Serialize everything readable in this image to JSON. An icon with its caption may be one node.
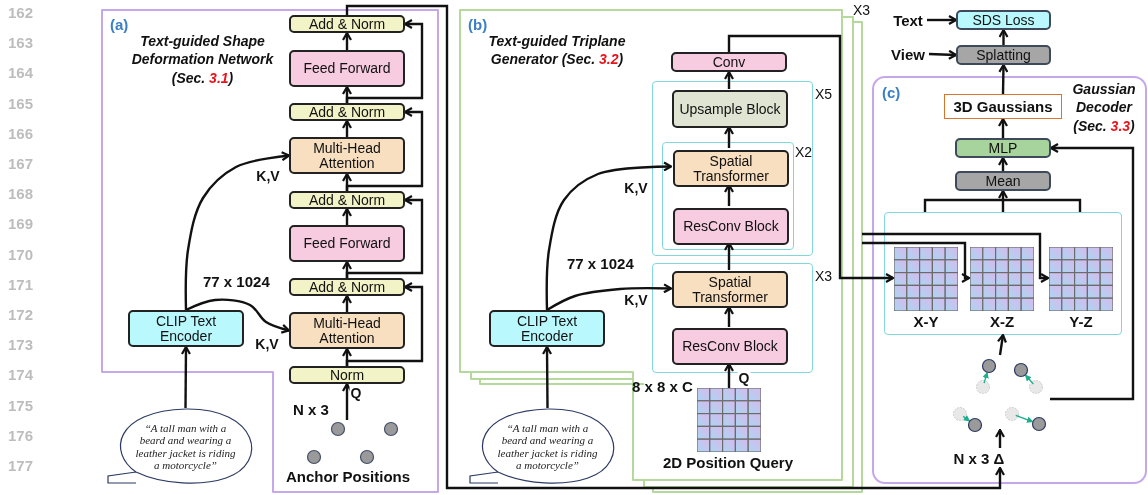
{
  "diagram": {
    "nodes": [
      {
        "text": [
          "(a)",
          "Text-guided Shape Deformation Network (Sec. **3.1**)"
        ]
      },
      {
        "text": [
          "Add & Norm"
        ],
        "in": 0
      },
      {
        "text": [
          "Feed Forward"
        ],
        "in": 0
      },
      {
        "text": [
          "Add & Norm"
        ],
        "in": 0
      },
      {
        "text": [
          "Multi-Head Attention"
        ],
        "in": 0
      },
      {
        "text": [
          "Add & Norm"
        ],
        "in": 0
      },
      {
        "text": [
          "Feed Forward"
        ],
        "in": 0
      },
      {
        "text": [
          "Add & Norm"
        ],
        "in": 0
      },
      {
        "text": [
          "Multi-Head Attention"
        ],
        "in": 0
      },
      {
        "text": [
          "Norm"
        ],
        "in": 0
      },
      {
        "text": [
          "CLIP Text Encoder"
        ],
        "in": 0
      },
      {
        "text": [
          "Anchor Positions"
        ],
        "in": 0
      },
      {
        "text": [
          "“A tall man with a beard and wearing a leather jacket is riding a motorcycle”"
        ]
      },
      {
        "text": [
          "(b)",
          "Text-guided Triplane Generator (Sec. **3.2**)"
        ],
        "beside": [
          "X3"
        ]
      },
      {
        "text": [],
        "shape": "box",
        "beside": [
          "X5"
        ],
        "in": 13
      },
      {
        "text": [
          "Upsample Block"
        ],
        "in": 14
      },
      {
        "text": [],
        "shape": "box",
        "beside": [
          "X2"
        ],
        "in": 14
      },
      {
        "text": [
          "Spatial Transformer"
        ],
        "in": 16
      },
      {
        "text": [
          "ResConv Block"
        ],
        "in": 16
      },
      {
        "text": [],
        "shape": "box",
        "beside": [
          "X3"
        ],
        "in": 13
      },
      {
        "text": [
          "Spatial Transformer"
        ],
        "in": 19
      },
      {
        "text": [
          "ResConv Block"
        ],
        "in": 19
      },
      {
        "text": [
          "Conv"
        ],
        "in": 13
      },
      {
        "text": [
          "CLIP Text Encoder"
        ],
        "in": 13
      },
      {
        "text": [
          "“A tall man with a beard and wearing a leather jacket is riding a motorcycle”"
        ]
      },
      {
        "text": [
          "2D Position Query"
        ],
        "in": 13
      },
      {
        "text": [
          "Text"
        ]
      },
      {
        "text": [
          "View"
        ]
      },
      {
        "text": [
          "SDS Loss"
        ]
      },
      {
        "text": [
          "Splatting"
        ]
      },
      {
        "text": [
          "(c)",
          "Gaussian Decoder (Sec. **3.3**)"
        ]
      },
      {
        "text": [
          "3D Gaussians"
        ],
        "in": 30
      },
      {
        "text": [
          "MLP"
        ],
        "in": 30
      },
      {
        "text": [
          "Mean"
        ],
        "in": 30
      },
      {
        "text": [],
        "shape": "box",
        "in": 30
      },
      {
        "text": [
          "X-Y"
        ],
        "in": 34
      },
      {
        "text": [
          "X-Z"
        ],
        "in": 34
      },
      {
        "text": [
          "Y-Z"
        ],
        "in": 34
      },
      {
        "text": [],
        "shape": "picture",
        "in": 30
      },
      {
        "text": [
          "N x 3 Δ"
        ],
        "in": 30
      }
    ],
    "edges": [
      {
        "from": 9,
        "to": 8,
        "arrow": "to"
      },
      {
        "from": 8,
        "to": 7,
        "arrow": "to"
      },
      {
        "from": 7,
        "to": 6,
        "arrow": "to"
      },
      {
        "from": 6,
        "to": 5,
        "arrow": "to"
      },
      {
        "from": 5,
        "to": 4,
        "arrow": "to"
      },
      {
        "from": 4,
        "to": 3,
        "arrow": "to"
      },
      {
        "from": 3,
        "to": 2,
        "arrow": "to"
      },
      {
        "from": 2,
        "to": 1,
        "arrow": "to"
      },
      {
        "from": 9,
        "to": 7,
        "arrow": "to"
      },
      {
        "from": 7,
        "to": 5,
        "arrow": "to"
      },
      {
        "from": 5,
        "to": 3,
        "arrow": "to"
      },
      {
        "from": 3,
        "to": 1,
        "arrow": "to"
      },
      {
        "from": 10,
        "to": 4,
        "arrow": "to",
        "label": "K,V"
      },
      {
        "from": 10,
        "to": 8,
        "arrow": "to",
        "label": "K,V"
      },
      {
        "from": 12,
        "to": 10,
        "arrow": "to"
      },
      {
        "from": 11,
        "to": 9,
        "arrow": "to",
        "label": "Q"
      },
      {
        "from": 1,
        "to": 39,
        "arrow": "to"
      },
      {
        "from": 21,
        "to": 20,
        "arrow": "to"
      },
      {
        "from": 20,
        "to": 18,
        "arrow": "to"
      },
      {
        "from": 18,
        "to": 17,
        "arrow": "to"
      },
      {
        "from": 17,
        "to": 15,
        "arrow": "to"
      },
      {
        "from": 15,
        "to": 22,
        "arrow": "to"
      },
      {
        "from": 23,
        "to": 17,
        "arrow": "to",
        "label": "K,V"
      },
      {
        "from": 23,
        "to": 20,
        "arrow": "to",
        "label": "K,V"
      },
      {
        "from": 24,
        "to": 23,
        "arrow": "to"
      },
      {
        "from": 25,
        "to": 21,
        "arrow": "to",
        "label": "Q"
      },
      {
        "from": 22,
        "to": 35,
        "arrow": "to"
      },
      {
        "from": 13,
        "to": 36,
        "arrow": "to"
      },
      {
        "from": 13,
        "to": 37,
        "arrow": "to"
      },
      {
        "from": 34,
        "to": 33,
        "arrow": "to"
      },
      {
        "from": 33,
        "to": 32,
        "arrow": "to"
      },
      {
        "from": 32,
        "to": 31,
        "arrow": "to"
      },
      {
        "from": 31,
        "to": 29,
        "arrow": "to"
      },
      {
        "from": 29,
        "to": 28,
        "arrow": "to"
      },
      {
        "from": 26,
        "to": 28,
        "arrow": "to"
      },
      {
        "from": 27,
        "to": 29,
        "arrow": "to"
      },
      {
        "from": 38,
        "to": 34,
        "arrow": "to"
      },
      {
        "from": 39,
        "to": 38,
        "arrow": "to"
      },
      {
        "from": 38,
        "to": 32,
        "arrow": "to"
      }
    ],
    "labels": [
      "162",
      "163",
      "164",
      "165",
      "166",
      "167",
      "168",
      "169",
      "170",
      "171",
      "172",
      "173",
      "174",
      "175",
      "176",
      "177",
      "77 x 1024",
      "77 x 1024",
      "N x 3",
      "8 x 8 x C"
    ]
  }
}
